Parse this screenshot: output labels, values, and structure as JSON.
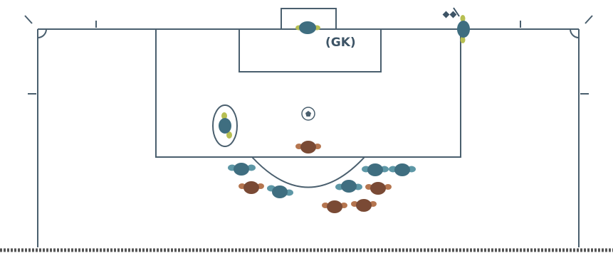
{
  "diagram": {
    "labels": {
      "goalkeeper": "(GK)"
    },
    "colors": {
      "lines": "#4a5f6e",
      "team_blue": "#3f6e80",
      "team_blue_light": "#5d97a6",
      "team_brown": "#7a4a35",
      "team_brown_light": "#b5754f",
      "yellow_green": "#b7bf52",
      "dotted_edge": "#555555",
      "cone": "#3d5466"
    },
    "players": [
      {
        "team": "blue",
        "role": "goalkeeper"
      },
      {
        "team": "blue",
        "role": "highlighted"
      },
      {
        "team": "blue",
        "role": "near-post"
      },
      {
        "team": "brown",
        "role": "penalty-box-edge"
      },
      {
        "team": "blue",
        "role": "outfield"
      },
      {
        "team": "blue",
        "role": "outfield"
      },
      {
        "team": "blue",
        "role": "outfield"
      },
      {
        "team": "blue",
        "role": "outfield"
      },
      {
        "team": "blue",
        "role": "outfield"
      },
      {
        "team": "brown",
        "role": "outfield"
      },
      {
        "team": "brown",
        "role": "outfield"
      },
      {
        "team": "brown",
        "role": "outfield"
      },
      {
        "team": "brown",
        "role": "outfield"
      }
    ],
    "icons": [
      "soccer-ball-icon",
      "cone-icon"
    ]
  }
}
